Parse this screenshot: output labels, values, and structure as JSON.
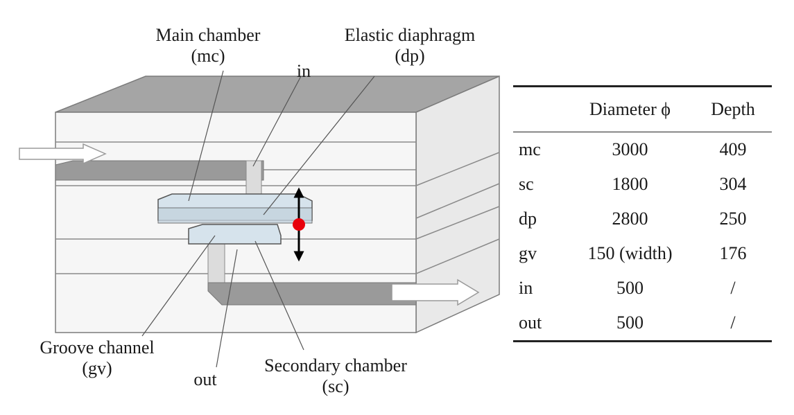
{
  "labels": {
    "main_chamber": "Main chamber",
    "main_chamber_abbr": "(mc)",
    "elastic_diaphragm": "Elastic diaphragm",
    "elastic_diaphragm_abbr": "(dp)",
    "inlet": "in",
    "groove_channel": "Groove channel",
    "groove_channel_abbr": "(gv)",
    "outlet": "out",
    "secondary_chamber": "Secondary chamber",
    "secondary_chamber_abbr": "(sc)"
  },
  "colors": {
    "top_face": "#a5a5a5",
    "front_face": "#f6f6f6",
    "side_face": "#e9e9e9",
    "edge": "#7b7b7b",
    "channel": "#8a8a8a",
    "chamber": "#d6e3ec",
    "marker": "#e8000b"
  },
  "table": {
    "headers": [
      "",
      "Diameter ϕ",
      "Depth"
    ],
    "rows": [
      [
        "mc",
        "3000",
        "409"
      ],
      [
        "sc",
        "1800",
        "304"
      ],
      [
        "dp",
        "2800",
        "250"
      ],
      [
        "gv",
        "150 (width)",
        "176"
      ],
      [
        "in",
        "500",
        "/"
      ],
      [
        "out",
        "500",
        "/"
      ]
    ]
  }
}
